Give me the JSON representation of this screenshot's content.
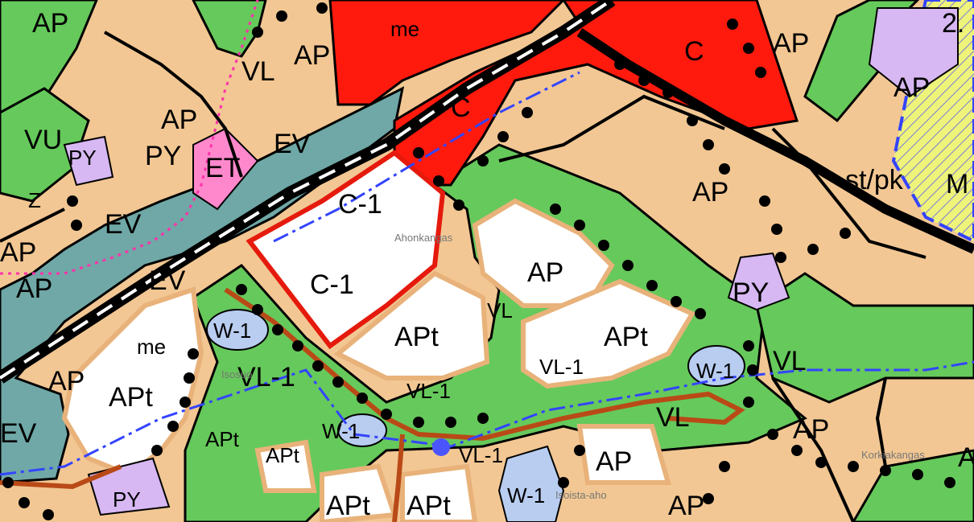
{
  "map": {
    "colors": {
      "residential": "#f2c793",
      "green_area": "#66c95b",
      "commercial_red": "#ff1a0d",
      "white_zone": "#ffffff",
      "water_area": "#6fa8a6",
      "public_service": "#d7b8f2",
      "industry_pink": "#ff88cc",
      "wetland": "#b8cdf0",
      "road_brown": "#b94a17",
      "railway_black": "#000000",
      "pipe_blue": "#3344ff"
    },
    "zone_labels": [
      "AP",
      "VL",
      "AP",
      "me",
      "C",
      "AP",
      "AP",
      "2.",
      "VU",
      "AP",
      "PY",
      "PY",
      "ET",
      "EV",
      "C",
      "st/pk",
      "Z",
      "EV",
      "C-1",
      "AP",
      "M",
      "AP",
      "AP",
      "EV",
      "C-1",
      "AP",
      "PY",
      "APt",
      "APt",
      "W-1",
      "me",
      "VL-1",
      "VL",
      "VL-1",
      "W-1",
      "AP",
      "APt",
      "VL-1",
      "W-1",
      "VL",
      "APt",
      "APt",
      "AP",
      "EV",
      "PY",
      "APt",
      "APt",
      "W-1",
      "AP",
      "VL",
      "A",
      "AP",
      "VL-1"
    ],
    "place_names": [
      "Ahonkangas",
      "Isosuo",
      "Korkiakangas",
      "Isoista-aho"
    ]
  }
}
